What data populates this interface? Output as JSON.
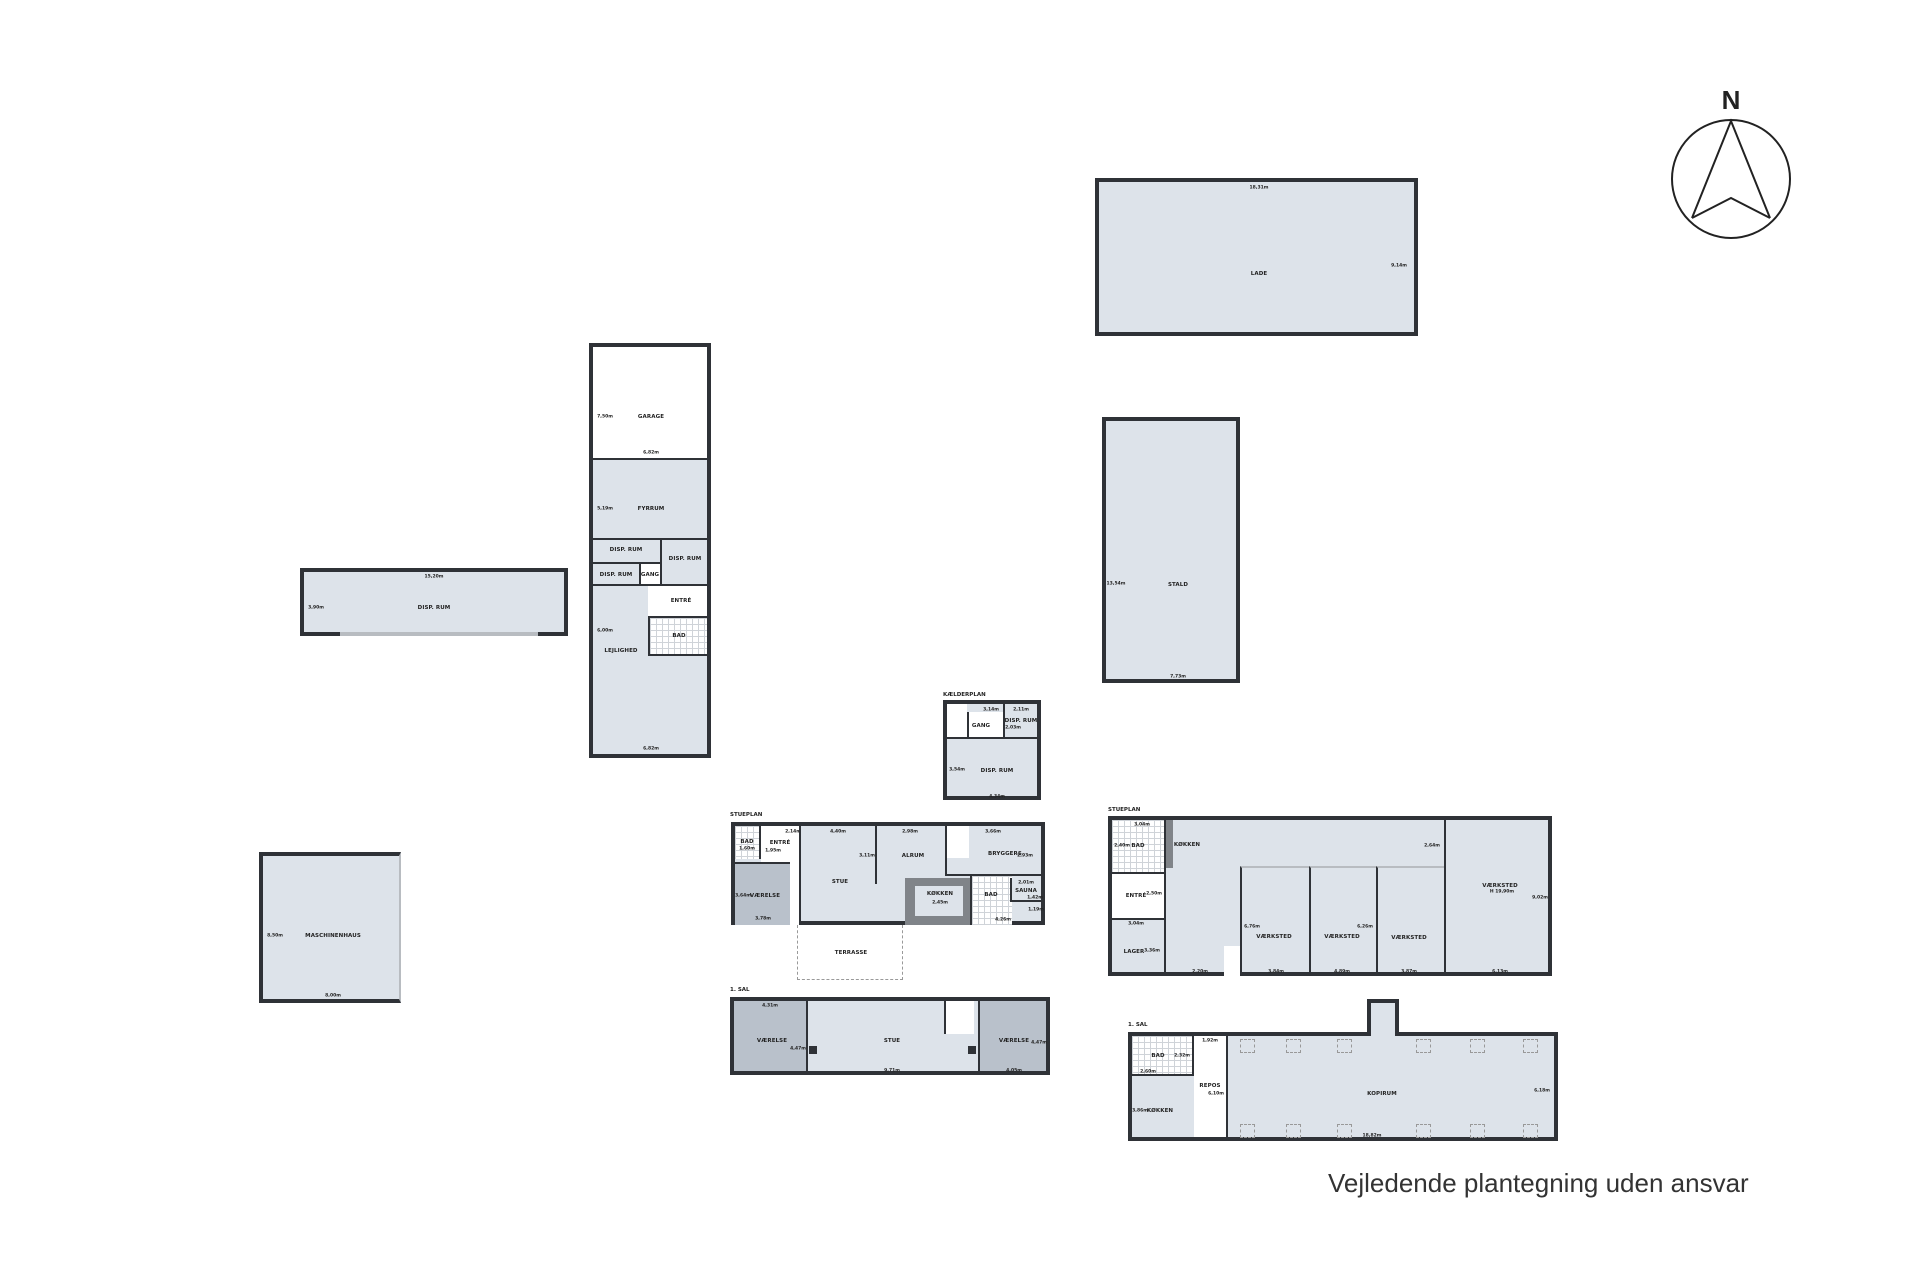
{
  "caption": "Vejledende plantegning uden ansvar",
  "compass": {
    "label": "N",
    "icon": "north-arrow-icon"
  },
  "colors": {
    "wall": "#2f3237",
    "floor": "#dde3ea",
    "bedroom": "#b9c1cb"
  },
  "lade": {
    "name": "LADE",
    "width": "18,31m",
    "depth": "9,14m"
  },
  "stald": {
    "name": "STALD",
    "length": "13,54m",
    "width": "7,73m"
  },
  "garage_building": {
    "garage": {
      "name": "GARAGE",
      "d1": "7,50m",
      "d2": "6,82m"
    },
    "fyrrum": {
      "name": "FYRRUM",
      "d1": "5,19m"
    },
    "disp1": "DISP. RUM",
    "disp2": "DISP. RUM",
    "disp3": "DISP. RUM",
    "gang": "GANG",
    "entre": "ENTRÉ",
    "bad": "BAD",
    "lejlighed": {
      "name": "LEJLIGHED",
      "d1": "6,00m",
      "d2": "6,82m"
    }
  },
  "disp_building": {
    "name": "DISP. RUM",
    "width": "15,20m",
    "depth": "3,90m"
  },
  "maschinenhaus": {
    "name": "MASCHINENHAUS",
    "depth": "8,50m",
    "width": "8,00m"
  },
  "kelder": {
    "title": "KÆLDERPLAN",
    "gang": "GANG",
    "gang_dim": "3,14m",
    "disp_small": "DISP. RUM",
    "disp_small_d1": "2,11m",
    "disp_small_d2": "2,03m",
    "disp_big": "DISP. RUM",
    "disp_big_d1": "3,54m",
    "disp_big_d2": "4,34m"
  },
  "house_ground": {
    "title": "STUEPLAN",
    "bad": "BAD",
    "bad_dim": "1,60m",
    "entre": "ENTRÉ",
    "entre_d1": "2,14m",
    "entre_d2": "1,95m",
    "vaerelse": "VÆRELSE",
    "vaerelse_d1": "3,64m",
    "vaerelse_d2": "3,78m",
    "stue": "STUE",
    "stue_d1": "4,40m",
    "stue_d2": "3,11m",
    "alrum": "ALRUM",
    "alrum_d1": "2,98m",
    "bryggers": "BRYGGERS",
    "bryggers_d1": "3,66m",
    "bryggers_d2": "2,93m",
    "kokken": "KØKKEN",
    "kokken_d1": "2,45m",
    "bad2": "BAD",
    "bad2_d1": "4,26m",
    "sauna": "SAUNA",
    "sauna_d1": "2,01m",
    "sauna_d2": "1,42m",
    "sauna_d3": "1,19m",
    "terrasse": "TERRASSE"
  },
  "house_first": {
    "title": "1. SAL",
    "v1": "VÆRELSE",
    "v1_d1": "4,31m",
    "v1_d2": "4,47m",
    "stue": "STUE",
    "stue_d1": "9,71m",
    "v2": "VÆRELSE",
    "v2_d1": "4,47m",
    "v2_d2": "4,05m"
  },
  "work_ground": {
    "title": "STUEPLAN",
    "bad": "BAD",
    "bad_d1": "2,40m",
    "bad_d2": "3,04m",
    "entre": "ENTRÉ",
    "entre_d1": "2,50m",
    "entre_d2": "3,04m",
    "lager": "LAGER",
    "lager_d1": "3,36m",
    "kokken": "KØKKEN",
    "kokken_d1": "2,64m",
    "kokken_d2": "2,20m",
    "v1": "VÆRKSTED",
    "v1_d1": "6,76m",
    "v1_d2": "3,84m",
    "v2": "VÆRKSTED",
    "v2_d1": "4,89m",
    "v2_d2": "6,26m",
    "v3": "VÆRKSTED",
    "v3_d1": "3,87m",
    "v4": "VÆRKSTED",
    "v4_h": "H 19,90m",
    "v4_d1": "9,02m",
    "v4_d2": "6,13m"
  },
  "work_first": {
    "title": "1. SAL",
    "bad": "BAD",
    "bad_d1": "2,32m",
    "bad_d2": "2,60m",
    "kokken": "KØKKEN",
    "kokken_d1": "3,86m",
    "repos": "REPOS",
    "repos_d1": "1,92m",
    "repos_d2": "6,10m",
    "kopirum": "KOPIRUM",
    "kopirum_d1": "18,82m",
    "kopirum_d2": "6,18m"
  }
}
